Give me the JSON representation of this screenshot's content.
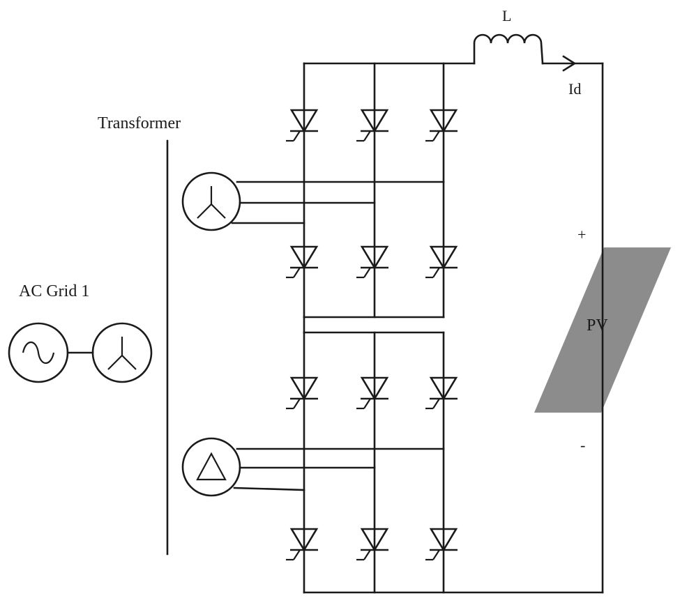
{
  "labels": {
    "inductor": "L",
    "current": "Id",
    "transformer": "Transformer",
    "ac_grid": "AC Grid 1",
    "pv": "PV",
    "pv_plus": "+",
    "pv_minus": "-"
  },
  "colors": {
    "wire": "#1a1a1a",
    "pv_panel": "#8c8c8c",
    "background": "#ffffff"
  },
  "symbols": {
    "ac_source": "sine-wave-icon",
    "grid_wye": "wye-winding-icon",
    "upper_secondary": "wye-winding-icon",
    "lower_secondary": "delta-winding-icon",
    "switch": "thyristor-icon"
  }
}
